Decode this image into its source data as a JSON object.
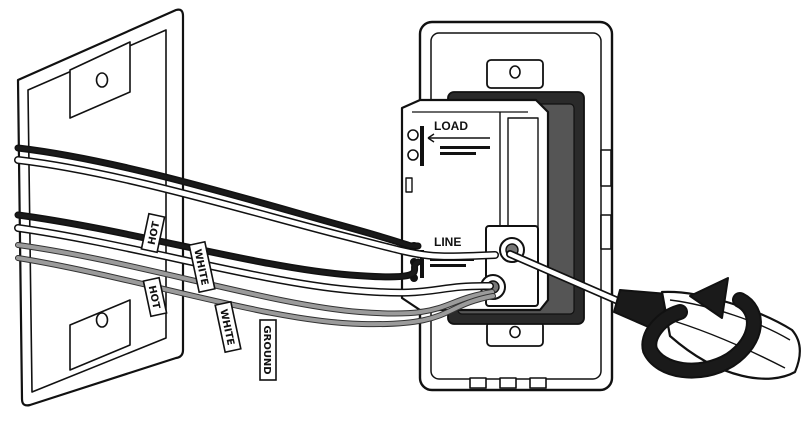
{
  "labels": {
    "hot_upper": "HOT",
    "white_upper": "WHITE",
    "hot_lower": "HOT",
    "white_lower": "WHITE",
    "ground": "GROUND"
  },
  "device": {
    "load": "LOAD",
    "line": "LINE"
  },
  "colors": {
    "outline": "#111111",
    "hot_wire": "#1a1a1a",
    "white_wire": "#ffffff",
    "ground_wire": "#9b9b9b"
  },
  "icons": [
    "wall-box",
    "gfci-receptacle",
    "screwdriver",
    "rotate-clockwise-arrow"
  ]
}
